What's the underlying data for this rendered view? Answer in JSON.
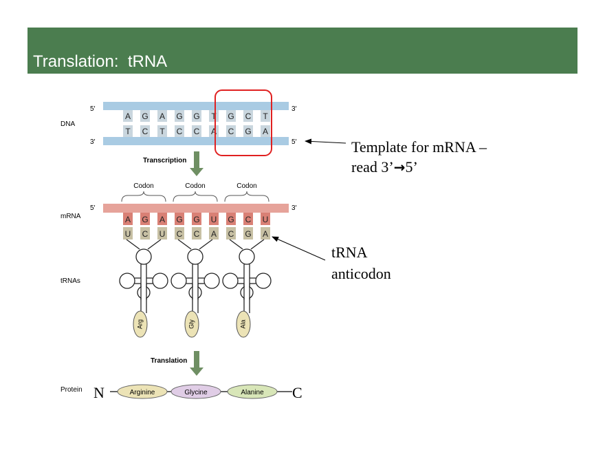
{
  "slide": {
    "title": "Translation:  tRNA"
  },
  "colors": {
    "title_bg": "#4b7d4f",
    "dna_strand": "#a9cbe3",
    "dna_base": "#c9d6de",
    "mrna_strand": "#e6a39a",
    "mrna_base": "#d98075",
    "anticodon_base": "#c7c0a4",
    "amino_acid": "#ece3b6",
    "arrow": "#6f8f63",
    "highlight_box": "#e02020"
  },
  "dna": {
    "label": "DNA",
    "top_strand": {
      "left": "5′",
      "right": "3′",
      "bases": [
        "A",
        "G",
        "A",
        "G",
        "G",
        "T",
        "G",
        "C",
        "T"
      ]
    },
    "bottom_strand": {
      "left": "3′",
      "right": "5′",
      "bases": [
        "T",
        "C",
        "T",
        "C",
        "C",
        "A",
        "C",
        "G",
        "A"
      ]
    }
  },
  "transcription_label": "Transcription",
  "codon_labels": [
    "Codon",
    "Codon",
    "Codon"
  ],
  "mrna": {
    "label": "mRNA",
    "left": "5′",
    "right": "3′",
    "bases": [
      "A",
      "G",
      "A",
      "G",
      "G",
      "U",
      "G",
      "C",
      "U"
    ]
  },
  "anticodons": [
    "U",
    "C",
    "U",
    "C",
    "C",
    "A",
    "C",
    "G",
    "A"
  ],
  "trnas_label": "tRNAs",
  "trna_amino_acids": [
    "Arg",
    "Gly",
    "Ala"
  ],
  "translation_label": "Translation",
  "protein": {
    "label": "Protein",
    "n_terminus": "N",
    "c_terminus": "C",
    "residues": [
      "Arginine",
      "Glycine",
      "Alanine"
    ]
  },
  "annotations": {
    "template_line1": "Template for mRNA –",
    "template_line2_prefix": "read 3’",
    "template_line2_arrow": "→",
    "template_line2_suffix": "5’",
    "trna_line1": "tRNA",
    "trna_line2": "anticodon"
  }
}
